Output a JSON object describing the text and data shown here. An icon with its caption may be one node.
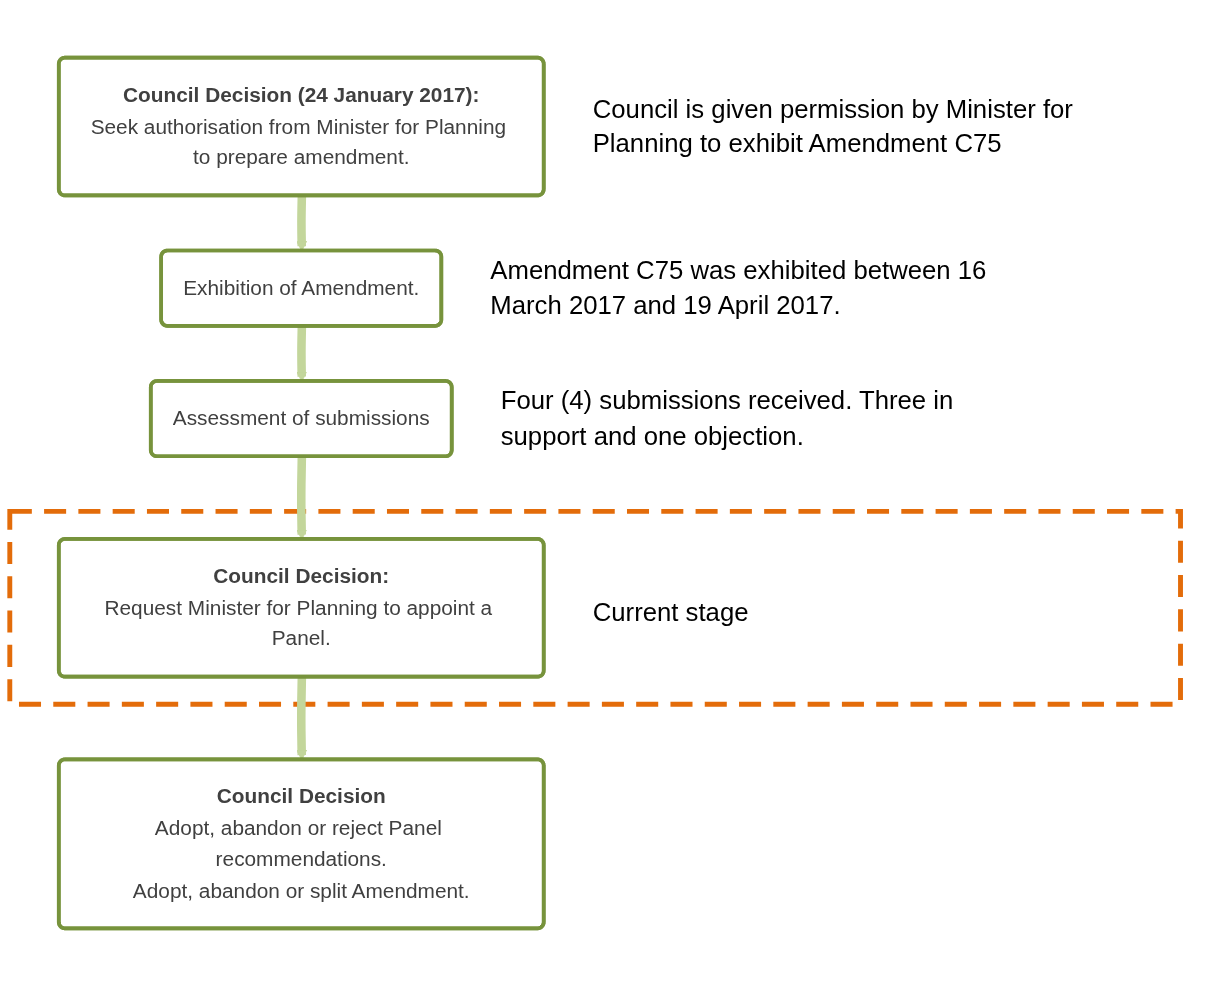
{
  "diagram": {
    "nodes": [
      {
        "text": [
          "Council Decision (24 January 2017):",
          "Seek authorisation from Minister for Planning to prepare amendment."
        ],
        "beside": [
          "Council is given permission by Minister for Planning to exhibit Amendment C75"
        ]
      },
      {
        "text": [
          "Exhibition of Amendment."
        ],
        "beside": [
          "Amendment C75 was exhibited between 16 March 2017 and 19 April 2017."
        ]
      },
      {
        "text": [
          "Assessment of submissions"
        ],
        "beside": [
          "Four (4) submissions received. Three in support and one objection."
        ]
      },
      {
        "text": [
          "Current stage"
        ]
      },
      {
        "text": [
          "Council Decision:",
          "Request Minister for Planning to appoint a Panel."
        ],
        "in": 3
      },
      {
        "text": [
          "Council Decision",
          "Adopt, abandon or reject Panel recommendations.",
          "Adopt, abandon or split Amendment."
        ]
      }
    ],
    "edges": [
      {
        "from": 0,
        "to": 1,
        "arrow": "to"
      },
      {
        "from": 1,
        "to": 2,
        "arrow": "to"
      },
      {
        "from": 2,
        "to": 4,
        "arrow": "to"
      },
      {
        "from": 4,
        "to": 5,
        "arrow": "to"
      }
    ]
  }
}
